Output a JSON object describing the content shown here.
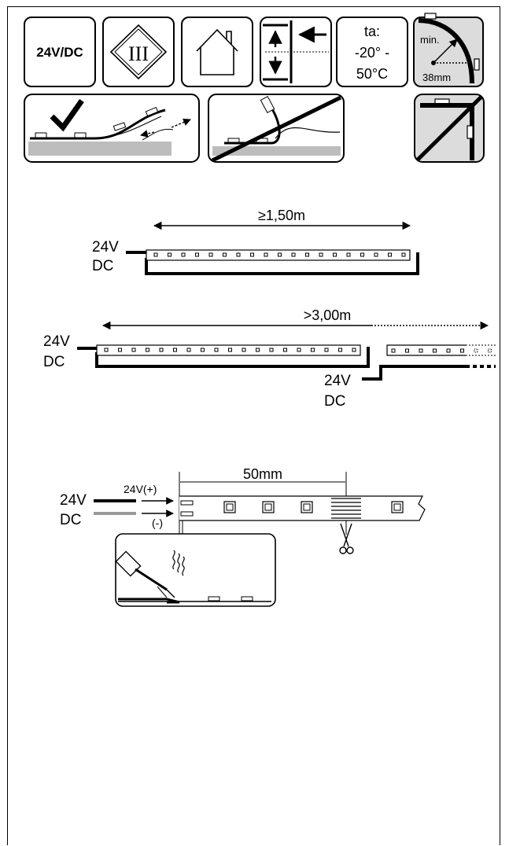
{
  "icons": {
    "voltage": "24V/DC",
    "protection_class": "III",
    "temperature_line1": "ta:",
    "temperature_line2": "-20° -",
    "temperature_line3": "50°C",
    "bend_min": "min.",
    "bend_radius": "38mm"
  },
  "wiring_1": {
    "length": "≥1,50m",
    "supply_line1": "24V",
    "supply_line2": "DC"
  },
  "wiring_2": {
    "length": ">3,00m",
    "supply_a_line1": "24V",
    "supply_a_line2": "DC",
    "supply_b_line1": "24V",
    "supply_b_line2": "DC"
  },
  "cutting": {
    "segment": "50mm",
    "positive": "24V(+)",
    "negative": "(-)",
    "supply_line1": "24V",
    "supply_line2": "DC"
  },
  "colors": {
    "line": "#000000",
    "icon_fill": "#ffffff",
    "dark_tile": "#dcdcdc",
    "floor": "#bdbdbd",
    "grey_wire": "#9a9a9a"
  }
}
